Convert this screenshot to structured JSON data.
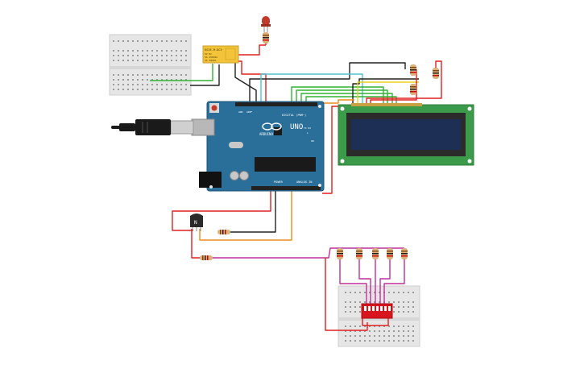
{
  "arduino": {
    "brand": "ARDUINO",
    "model": "UNO",
    "digital_label": "DIGITAL (PWM~)",
    "power_label": "POWER",
    "analog_label": "ANALOG IN",
    "aref_label": "AREF",
    "gnd_label": "GND",
    "reset_label": "RESET",
    "txrx_label": "TX RX",
    "l_label": "L",
    "on_label": "ON"
  },
  "relay": {
    "model": "KS2E-M-DC5",
    "line1": "5V DC",
    "line2": "5A 250VAC",
    "line3": "3A 30VDC"
  },
  "transistor": {
    "label": "N"
  },
  "colors": {
    "wire_red": "#e0201f",
    "wire_black": "#222222",
    "wire_green": "#33b233",
    "wire_cyan": "#4fc4cf",
    "wire_orange": "#f08a1c",
    "wire_yellow": "#e8d21a",
    "wire_purple": "#c02f9b",
    "arduino_blue": "#2a6e9a",
    "lcd_green": "#3c9b4b",
    "lcd_screen": "#1e2f55",
    "dip_red": "#d8141c",
    "relay_yellow": "#f3c33a"
  }
}
